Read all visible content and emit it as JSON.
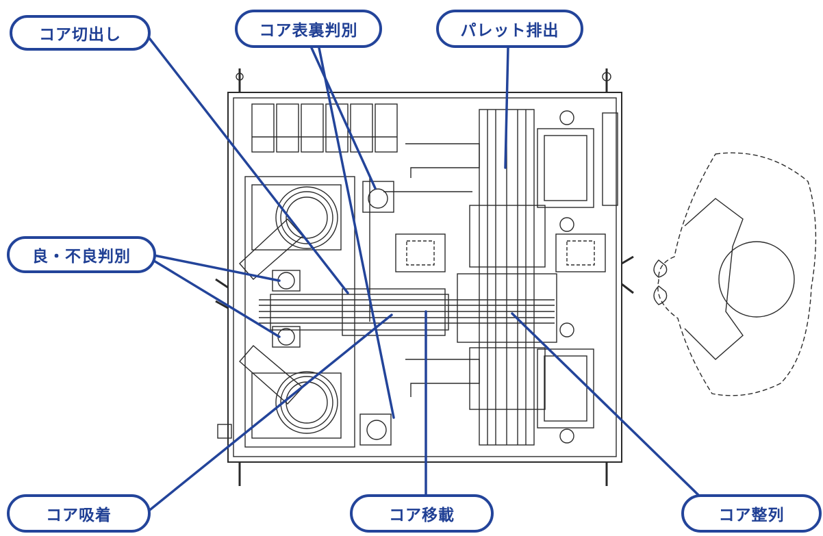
{
  "colors": {
    "accent": "#23449a",
    "label_text": "#1f3f94",
    "drawing_line": "#2a2a2a",
    "background": "#ffffff"
  },
  "labels": {
    "core_cutout": "コア切出し",
    "core_front_back": "コア表裏判別",
    "pallet_discharge": "パレット排出",
    "good_bad": "良・不良判別",
    "core_suction": "コア吸着",
    "core_transfer": "コア移載",
    "core_alignment": "コア整列"
  }
}
